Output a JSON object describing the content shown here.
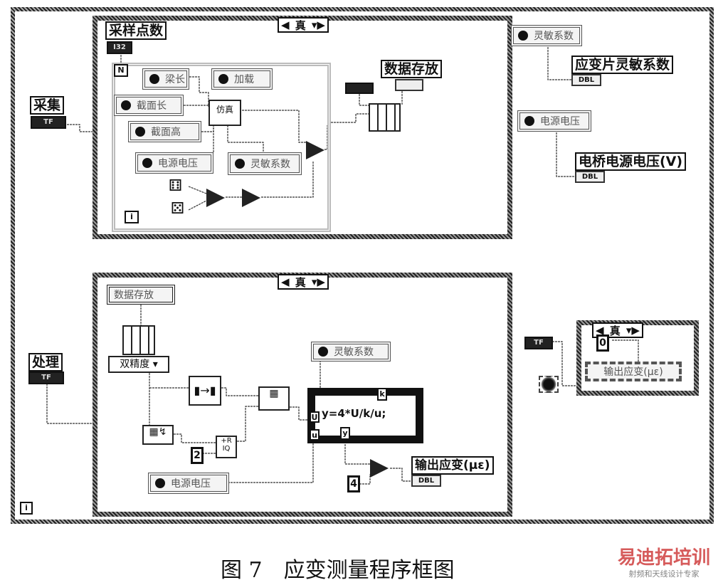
{
  "while_loop": {
    "iteration_terminal": "i"
  },
  "left": {
    "acquire_label": "采集",
    "acquire_const": "TF",
    "process_label": "处理",
    "process_const": "TF"
  },
  "acquire_case": {
    "selector": "真",
    "samples_label": "采样点数",
    "samples_const": "I32",
    "for_loop": {
      "count_terminal": "N",
      "iteration_terminal": "i"
    },
    "locals": [
      "梁长",
      "加载",
      "截面长",
      "截面高",
      "电源电压",
      "灵敏系数"
    ],
    "simulate_node": "仿真",
    "data_store_label": "数据存放"
  },
  "right": {
    "sens_local": "灵敏系数",
    "sens_indicator": "应变片灵敏系数",
    "sens_type": "DBL",
    "volt_local": "电源电压",
    "volt_indicator": "电桥电源电压(V)",
    "volt_type": "DBL"
  },
  "process_case": {
    "selector": "真",
    "data_local": "数据存放",
    "precision": "双精度",
    "const_two": "2",
    "sens_local": "灵敏系数",
    "volt_local": "电源电压",
    "formula": "y=4*U/k/u;",
    "formula_inputs": [
      "U",
      "u"
    ],
    "formula_k": "k",
    "formula_out": "y",
    "const_four": "4",
    "output_label": "输出应变(με)",
    "output_type": "DBL"
  },
  "output_case": {
    "selector": "真",
    "bool_const": "TF",
    "const_zero": "0",
    "output_local": "输出应变(με)"
  },
  "caption": "图 7　应变测量程序框图",
  "watermark": {
    "line1": "易迪拓培训",
    "line2": "射频和天线设计专家"
  }
}
